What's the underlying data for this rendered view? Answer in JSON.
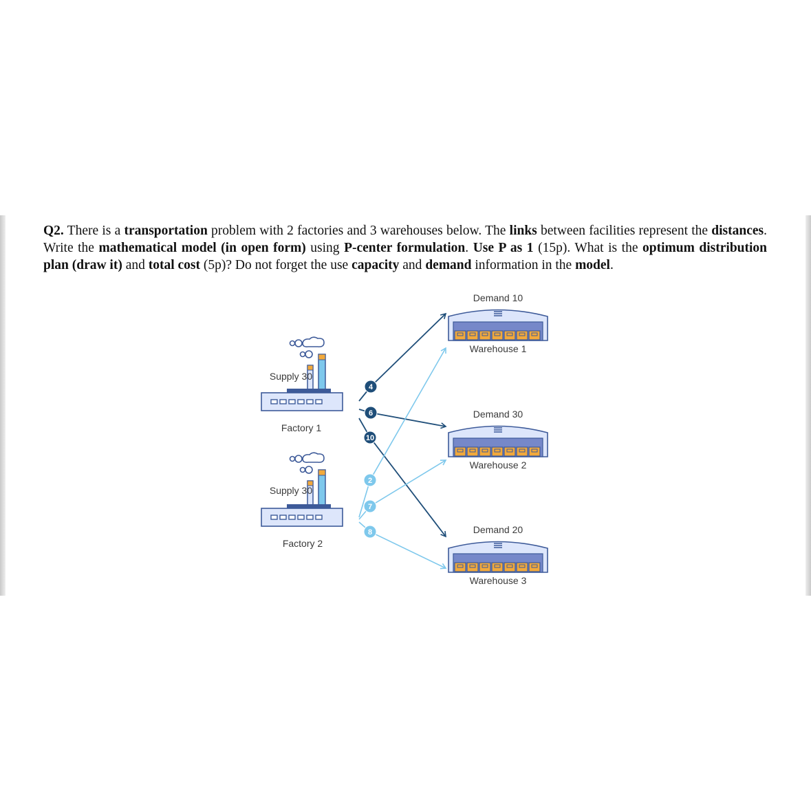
{
  "question": {
    "q_num": "Q2.",
    "t1": " There is a ",
    "b1": "transportation",
    "t2": " problem with 2 factories and 3 warehouses below. The ",
    "b2": "links",
    "t3": " between facilities represent the ",
    "b3": "distances",
    "t4": ". Write the ",
    "b4": "mathematical model (in open form)",
    "t5": " using ",
    "b5": "P-center formulation",
    "t6": ". ",
    "b6": "Use P as 1",
    "t7": " (15p). What is the ",
    "b7": "optimum distribution plan (draw it)",
    "t8": " and ",
    "b8": "total cost",
    "t9": " (5p)? Do not forget the use ",
    "b9": "capacity",
    "t10": " and ",
    "b10": "demand",
    "t11": " information in the ",
    "b11": "model",
    "t12": "."
  },
  "factories": [
    {
      "name": "Factory 1",
      "supply": "Supply 30"
    },
    {
      "name": "Factory 2",
      "supply": "Supply 30"
    }
  ],
  "warehouses": [
    {
      "name": "Warehouse 1",
      "demand": "Demand 10"
    },
    {
      "name": "Warehouse 2",
      "demand": "Demand 30"
    },
    {
      "name": "Warehouse 3",
      "demand": "Demand 20"
    }
  ],
  "links": [
    {
      "from": "Factory 1",
      "to": "Warehouse 1",
      "distance": "4"
    },
    {
      "from": "Factory 1",
      "to": "Warehouse 2",
      "distance": "6"
    },
    {
      "from": "Factory 1",
      "to": "Warehouse 3",
      "distance": "10"
    },
    {
      "from": "Factory 2",
      "to": "Warehouse 1",
      "distance": "2"
    },
    {
      "from": "Factory 2",
      "to": "Warehouse 2",
      "distance": "7"
    },
    {
      "from": "Factory 2",
      "to": "Warehouse 3",
      "distance": "8"
    }
  ],
  "colors": {
    "factory1_links": "#1f4e79",
    "factory2_links": "#7ec8ec",
    "building_outline": "#3d5a99",
    "building_fill": "#dde6fb",
    "crate": "#f2a93b"
  },
  "icons": [
    "factory-icon",
    "warehouse-icon",
    "smoke-cloud-icon",
    "arrow-icon"
  ]
}
